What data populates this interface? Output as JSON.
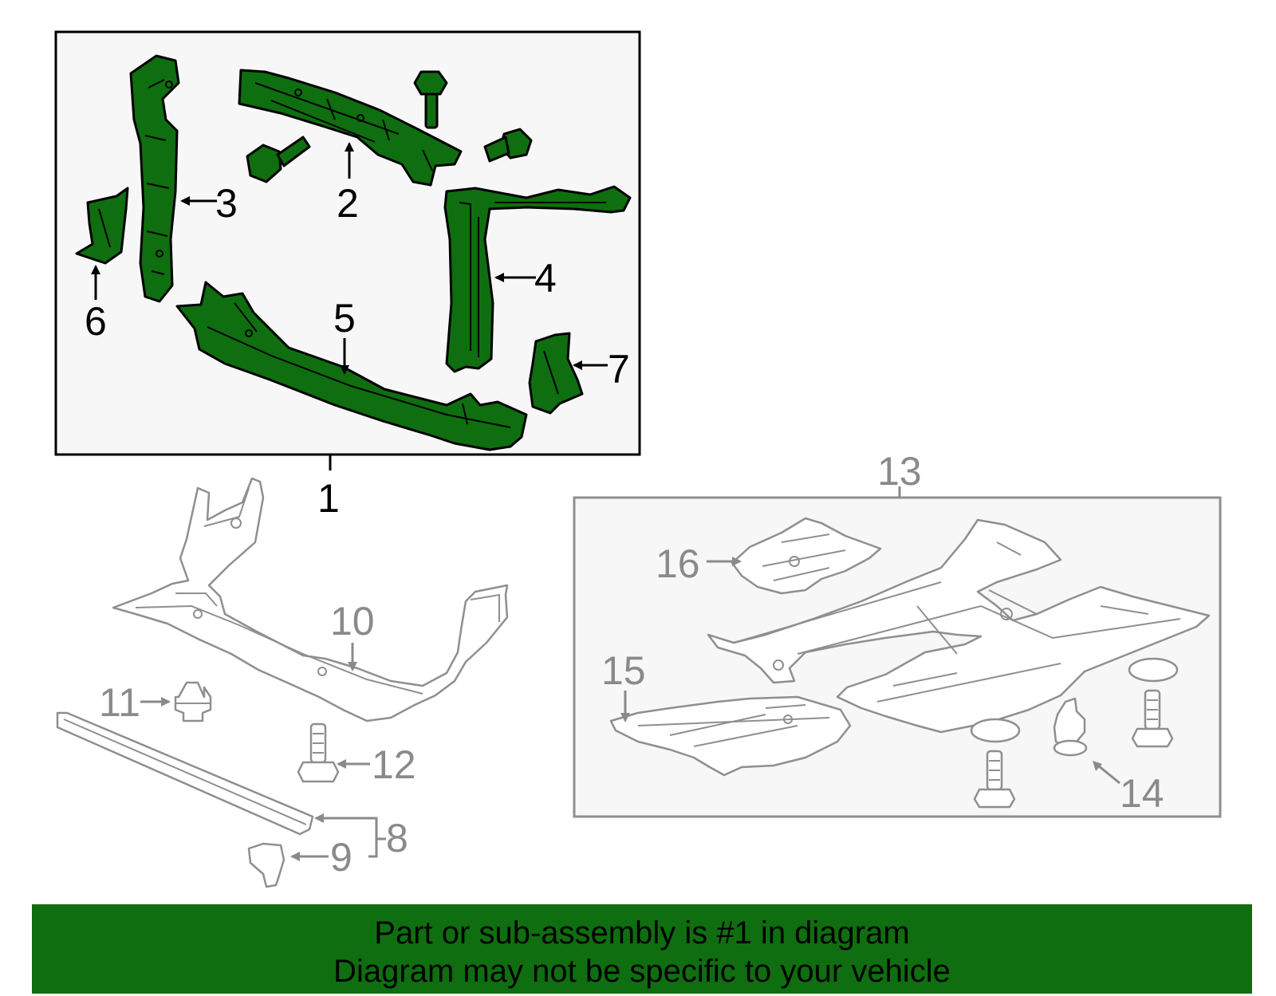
{
  "colors": {
    "highlight_green": "#0f6e0f",
    "subassembly_box_fill": "#f7f7f7",
    "other_parts_grey": "#8f8f8f",
    "banner_green": "#0f6e0f"
  },
  "callouts": {
    "c1": "1",
    "c2": "2",
    "c3": "3",
    "c4": "4",
    "c5": "5",
    "c6": "6",
    "c7": "7",
    "c8": "8",
    "c9": "9",
    "c10": "10",
    "c11": "11",
    "c12": "12",
    "c13": "13",
    "c14": "14",
    "c15": "15",
    "c16": "16"
  },
  "banner": {
    "line1": "Part or sub-assembly is #1 in diagram",
    "line2": "Diagram may not be specific to your vehicle"
  }
}
